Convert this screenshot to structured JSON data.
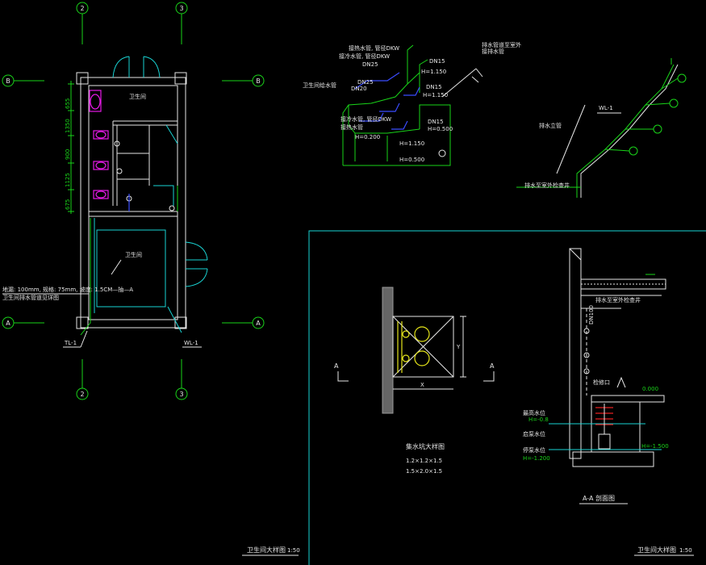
{
  "plan": {
    "axes": {
      "a2": "2",
      "a3": "3",
      "aB": "B",
      "aA": "A"
    },
    "labels": {
      "top_room": "卫生间",
      "shaft": "卫生间",
      "tl": "TL-1",
      "wl": "WL-1",
      "note1": "地漏: 100mm, 规格: 75mm, 坡度: 1.5CM—抽—A",
      "note2": "卫生间排水管道见详图",
      "dim1": "655",
      "dim2": "1350",
      "dim3": "900",
      "dim4": "1125",
      "dim5": "675"
    },
    "title": "卫生间大样图",
    "scale": "1:50"
  },
  "iso": {
    "labels": {
      "l1": "接热水管, 管径DKW",
      "l2": "接冷水管, 管径DKW",
      "l3": "DN25",
      "l4": "DN25",
      "l5": "DN20",
      "l6": "DN15",
      "l7": "DN15",
      "l8": "H=1.150",
      "l9": "H=1.150",
      "l10": "DN15",
      "l11": "H=0.500",
      "l12": "H=0.200",
      "l13": "H=1.150",
      "l14": "H=0.500",
      "l15": "接冷水管, 管径DKW",
      "l16": "接热水管",
      "l17": "排水管道至室外",
      "l18": "接排水管",
      "l19": "卫生间给水管"
    }
  },
  "riser": {
    "labels": {
      "wl": "WL-1",
      "r1": "排水立管",
      "r2": "排水至室外检查井"
    }
  },
  "sump": {
    "labels": {
      "a_left": "A",
      "a_right": "A",
      "y": "Y",
      "x": "X",
      "t1": "集水坑大样图",
      "t2": "1.2×1.2×1.5",
      "t3": "1.5×2.0×1.5"
    }
  },
  "section": {
    "labels": {
      "e1": "H=-0.8",
      "e2": "最高水位",
      "e3": "启泵水位",
      "e4": "H=-1.500",
      "e5": "停泵水位",
      "e6": "H=-1.200",
      "e7": "DN100",
      "e8": "0.000",
      "e9": "排水至室外检查井",
      "e10": "检修口",
      "title": "A-A 剖面图",
      "frame_title": "卫生间大样图",
      "frame_scale": "1:50"
    }
  },
  "colors": {
    "white": "#e6e6e6",
    "green": "#19d419",
    "cyan": "#19d4d4",
    "yellow": "#e6e61a",
    "magenta": "#e619e6",
    "blue": "#3a4cff",
    "red": "#e62020"
  }
}
